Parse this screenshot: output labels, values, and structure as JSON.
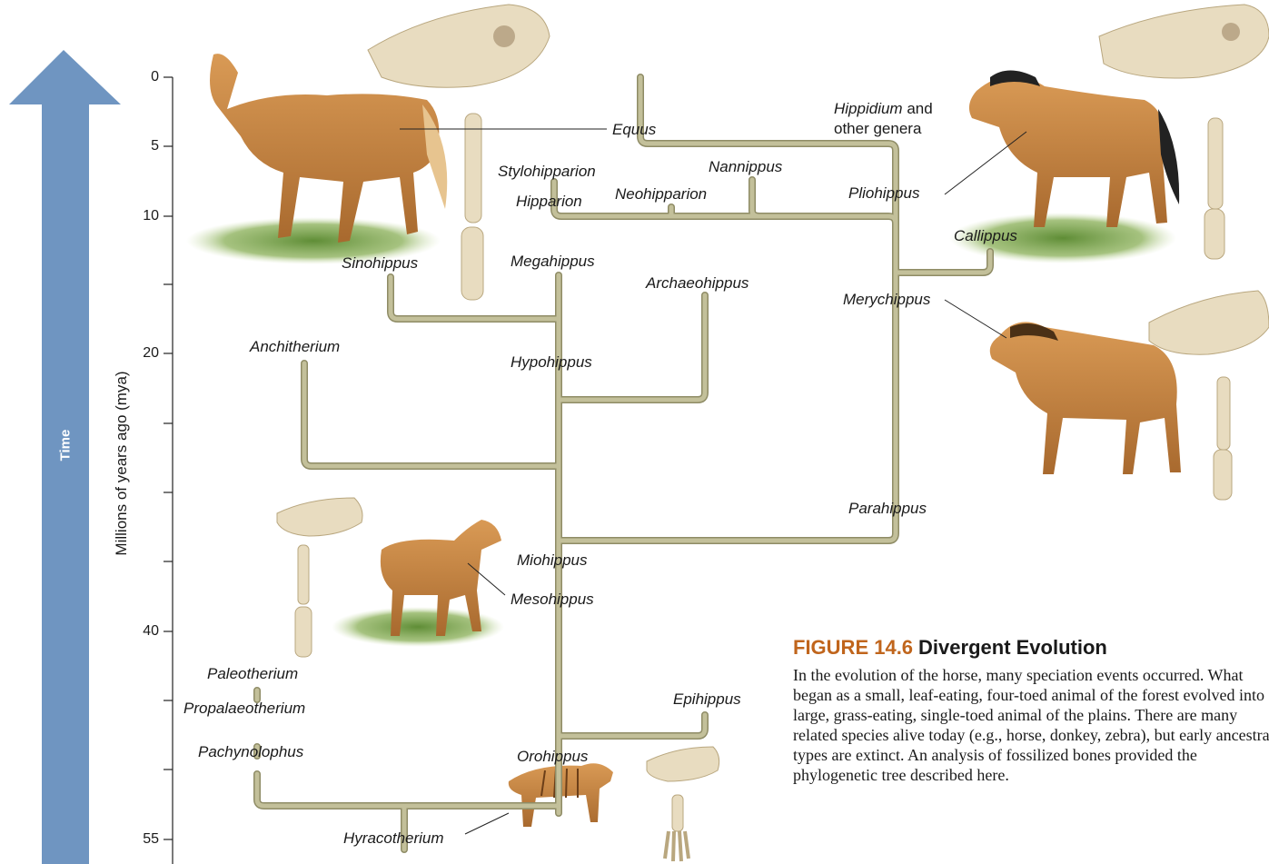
{
  "axis": {
    "label": "Millions of years ago (mya)",
    "arrow_label": "Time",
    "ticks": [
      "0",
      "5",
      "10",
      "20",
      "40",
      "55"
    ]
  },
  "genera": {
    "equus": "Equus",
    "hippidium": "Hippidium",
    "hippidium_and": "and",
    "other_genera": "other genera",
    "stylohipparion": "Stylohipparion",
    "hipparion": "Hipparion",
    "neohipparion": "Neohipparion",
    "nannippus": "Nannippus",
    "pliohippus": "Pliohippus",
    "callippus": "Callippus",
    "sinohippus": "Sinohippus",
    "megahippus": "Megahippus",
    "archaeohippus": "Archaeohippus",
    "merychippus": "Merychippus",
    "anchitherium": "Anchitherium",
    "hypohippus": "Hypohippus",
    "parahippus": "Parahippus",
    "miohippus": "Miohippus",
    "mesohippus": "Mesohippus",
    "paleotherium": "Paleotherium",
    "propalaeotherium": "Propalaeotherium",
    "epihippus": "Epihippus",
    "pachynolophus": "Pachynolophus",
    "orohippus": "Orohippus",
    "hyracotherium": "Hyracotherium"
  },
  "caption": {
    "number": "FIGURE 14.6",
    "title": "Divergent Evolution",
    "body": "In the evolution of the horse, many speciation events occurred. What began as a small, leaf-eating, four-toed animal of the forest evolved into a large, grass-eating, single-toed animal of the plains. There are many related species alive today (e.g., horse, donkey, zebra), but early ancestral types are extinct. An analysis of fossilized bones provided the phylogenetic tree described here."
  },
  "colors": {
    "branch": "#c3c09a",
    "branch_edge": "#8f8c66",
    "arrow": "#6f95c1",
    "caption_number": "#c0651c",
    "coat": "#c98a45",
    "bone": "#e8dcc0",
    "grass": "#6f9a44"
  },
  "illustrations": [
    "modern-horse",
    "skull",
    "leg-bone",
    "pliohippus-horse",
    "merychippus-horse",
    "mesohippus-horse",
    "hyracotherium"
  ]
}
